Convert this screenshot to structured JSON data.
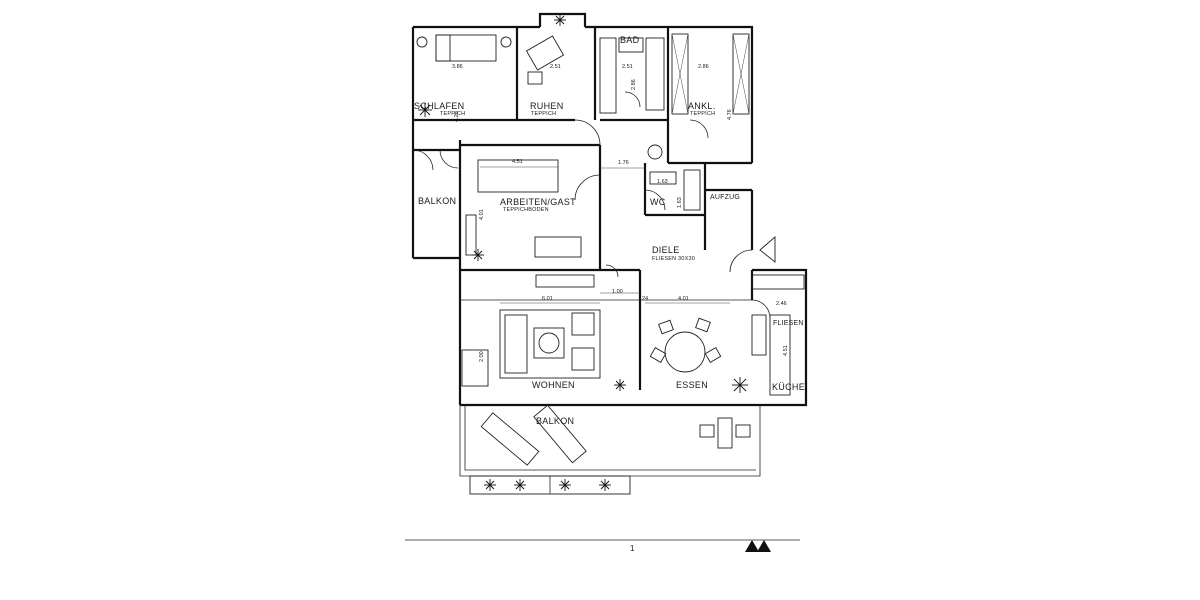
{
  "rooms": {
    "schlafen": "SCHLAFEN",
    "schlafen_floor": "TEPPICH",
    "ruhen": "RUHEN",
    "ruhen_floor": "TEPPICH",
    "bad": "BAD",
    "ankl": "ANKL.",
    "ankl_floor": "TEPPICH",
    "balkon_left": "BALKON",
    "arbeiten": "ARBEITEN/GAST",
    "arbeiten_floor": "TEPPICHBODEN",
    "wc": "WC",
    "aufzug": "AUFZUG",
    "diele": "DIELE",
    "diele_floor": "FLIESEN 30X30",
    "wohnen": "WOHNEN",
    "essen": "ESSEN",
    "fliesen": "FLIESEN",
    "kueche": "KÜCHE",
    "balkon_bottom": "BALKON"
  },
  "dimensions": {
    "schlafen_w": "3.86",
    "schlafen_h": "4.26",
    "ruhen_w": "2.51",
    "bad_w": "2.51",
    "bad_h": "2.86",
    "ankl_w": "2.86",
    "ankl_h": "4.76",
    "corridor": "1.76",
    "arbeiten_w": "4.51",
    "arbeiten_h": "4.01",
    "wc_w": "1.63",
    "wc_h": "1.63",
    "wohnen_w": "6.01",
    "essen_gap": "24",
    "essen_w": "4.01",
    "kueche_w": "2.46",
    "kueche_h": "4.51",
    "small_dim": "1.00",
    "left_dim": "2.00",
    "scale_mark": "1"
  },
  "colors": {
    "ink": "#111111",
    "paper": "#ffffff"
  }
}
